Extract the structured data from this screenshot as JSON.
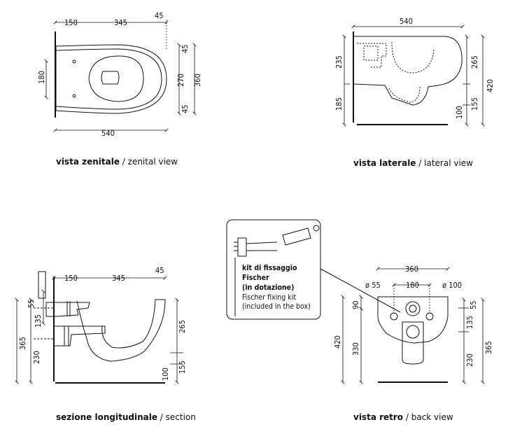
{
  "captions": {
    "zenital": {
      "it": "vista zenitale",
      "en": "zenital view"
    },
    "lateral": {
      "it": "vista laterale",
      "en": "lateral view"
    },
    "section": {
      "it": "sezione longitudinale",
      "en": "section"
    },
    "back": {
      "it": "vista retro",
      "en": "back view"
    },
    "separator": " / "
  },
  "zenital_view": {
    "top_dims": [
      "150",
      "345",
      "45"
    ],
    "bottom_dim": "540",
    "left_dim": "180",
    "right_dims": [
      "45",
      "270",
      "45"
    ],
    "right_total": "360"
  },
  "lateral_view": {
    "top_dim": "540",
    "left_dims": [
      "235",
      "185"
    ],
    "right_dims": [
      "265",
      "155",
      "100"
    ],
    "right_total": "420"
  },
  "section_view": {
    "top_dims": [
      "150",
      "345",
      "45"
    ],
    "left_dims": [
      "55",
      "135",
      "230"
    ],
    "left_total": "365",
    "right_dims": [
      "265",
      "155",
      "100"
    ]
  },
  "fixing_kit": {
    "it_lines": [
      "kit di fissaggio",
      "Fischer",
      "(in dotazione)"
    ],
    "en_lines": [
      "Fischer fixing kit",
      "(included in the box)"
    ]
  },
  "back_view": {
    "top_dim": "360",
    "middle_dim": "180",
    "left_diameter": "ø 55",
    "right_diameter": "ø 100",
    "left_dims": [
      "90",
      "330"
    ],
    "left_total": "420",
    "right_dims": [
      "55",
      "135",
      "230"
    ],
    "right_total": "365"
  },
  "colors": {
    "line": "#111111",
    "background": "#ffffff"
  }
}
